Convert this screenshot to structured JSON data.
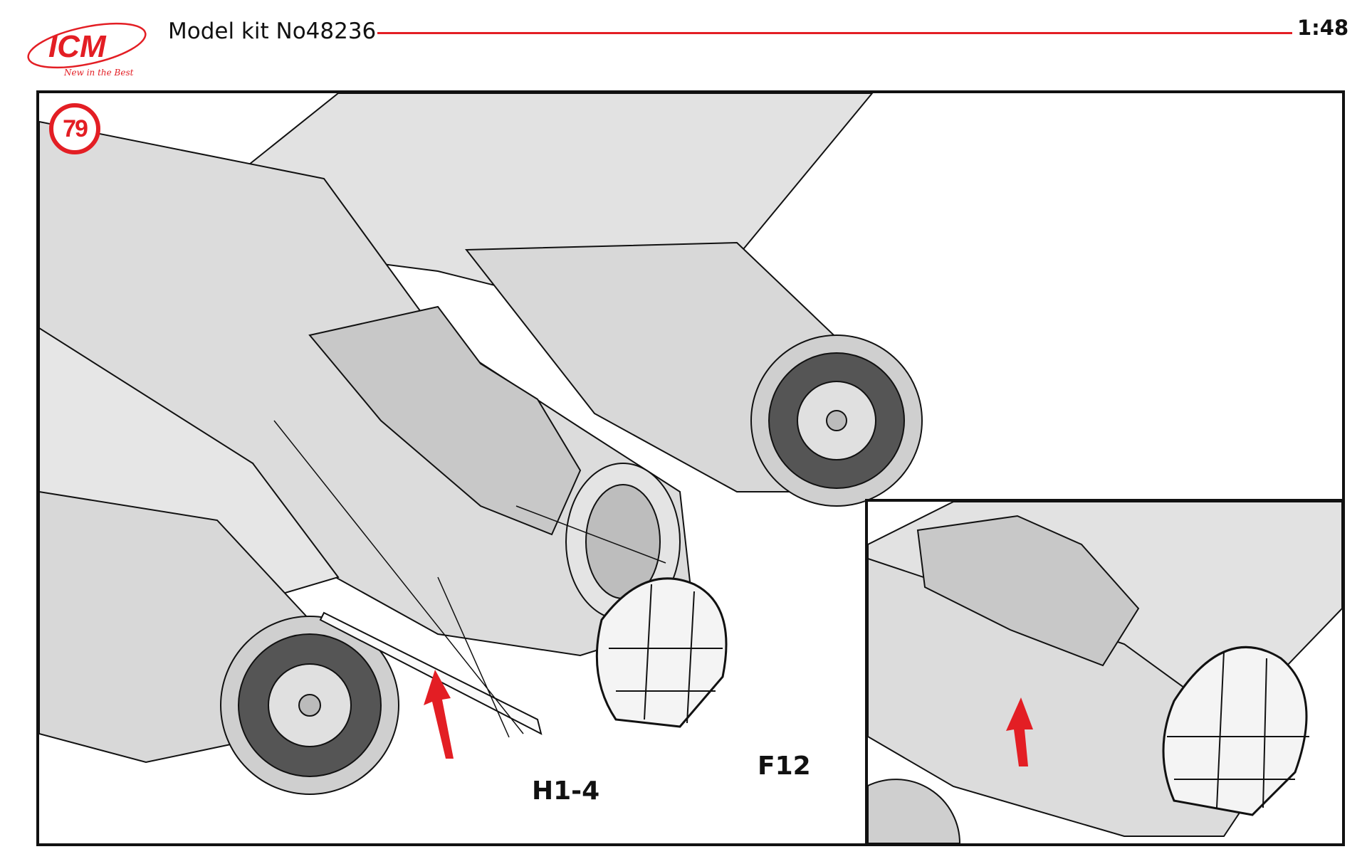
{
  "header": {
    "brand": "ICM",
    "tagline": "New in the Best",
    "title": "Model kit No48236",
    "scale": "1:48"
  },
  "step": {
    "number": "79"
  },
  "parts": {
    "glazing_strip": "H1-4",
    "nose_glazing": "F12"
  },
  "colors": {
    "accent": "#e31e24",
    "fill": "#dcdcdc",
    "line": "#111111"
  }
}
